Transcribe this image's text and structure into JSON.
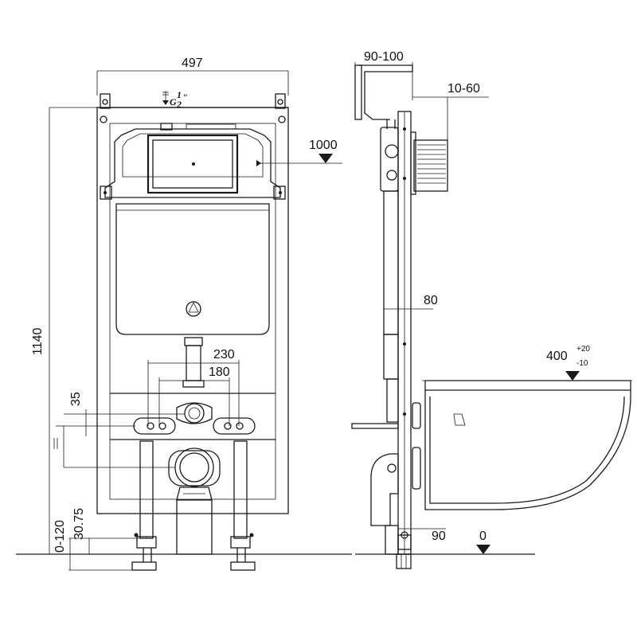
{
  "labels": {
    "width_497": "497",
    "height_1140": "1140",
    "level_1000": "1000",
    "supply_g": "G",
    "supply_num": "1",
    "supply_den": "2",
    "supply_tick": "\"",
    "spacing_230": "230",
    "spacing_180": "180",
    "dim_35": "35",
    "adjust_0_120": "0-120",
    "dim_30_75": "30.75",
    "depth_90_100": "90-100",
    "panel_10_60": "10-60",
    "depth_80": "80",
    "height_400": "400",
    "tol_plus": "+20",
    "tol_minus": "-10",
    "dim_90": "90",
    "floor_0": "0"
  }
}
